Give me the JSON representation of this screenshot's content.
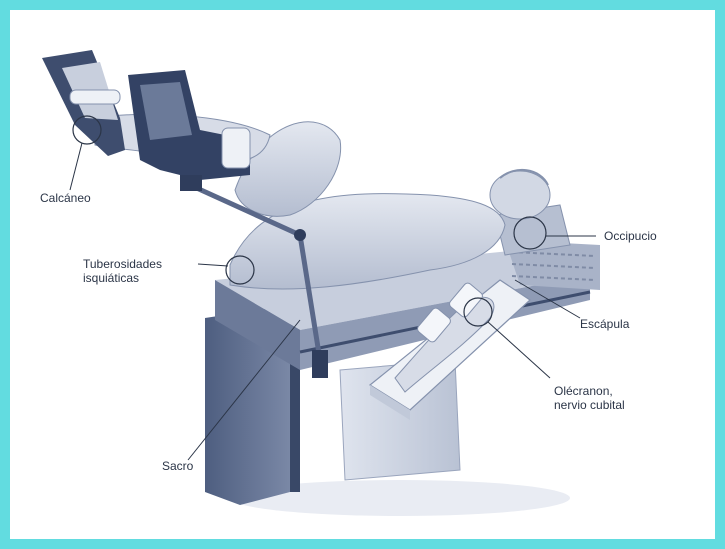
{
  "colors": {
    "border": "#62dce0",
    "background": "#ffffff",
    "skin": "#d6dbe6",
    "shade": "#8592ad",
    "dark": "#3e4d6e",
    "leader": "#2b3547"
  },
  "labels": {
    "calcaneo": "Calcáneo",
    "tuberosidades_line1": "Tuberosidades",
    "tuberosidades_line2": "isquiáticas",
    "sacro": "Sacro",
    "occipucio": "Occipucio",
    "escapula": "Escápula",
    "olecranon_line1": "Olécranon,",
    "olecranon_line2": "nervio cubital"
  }
}
